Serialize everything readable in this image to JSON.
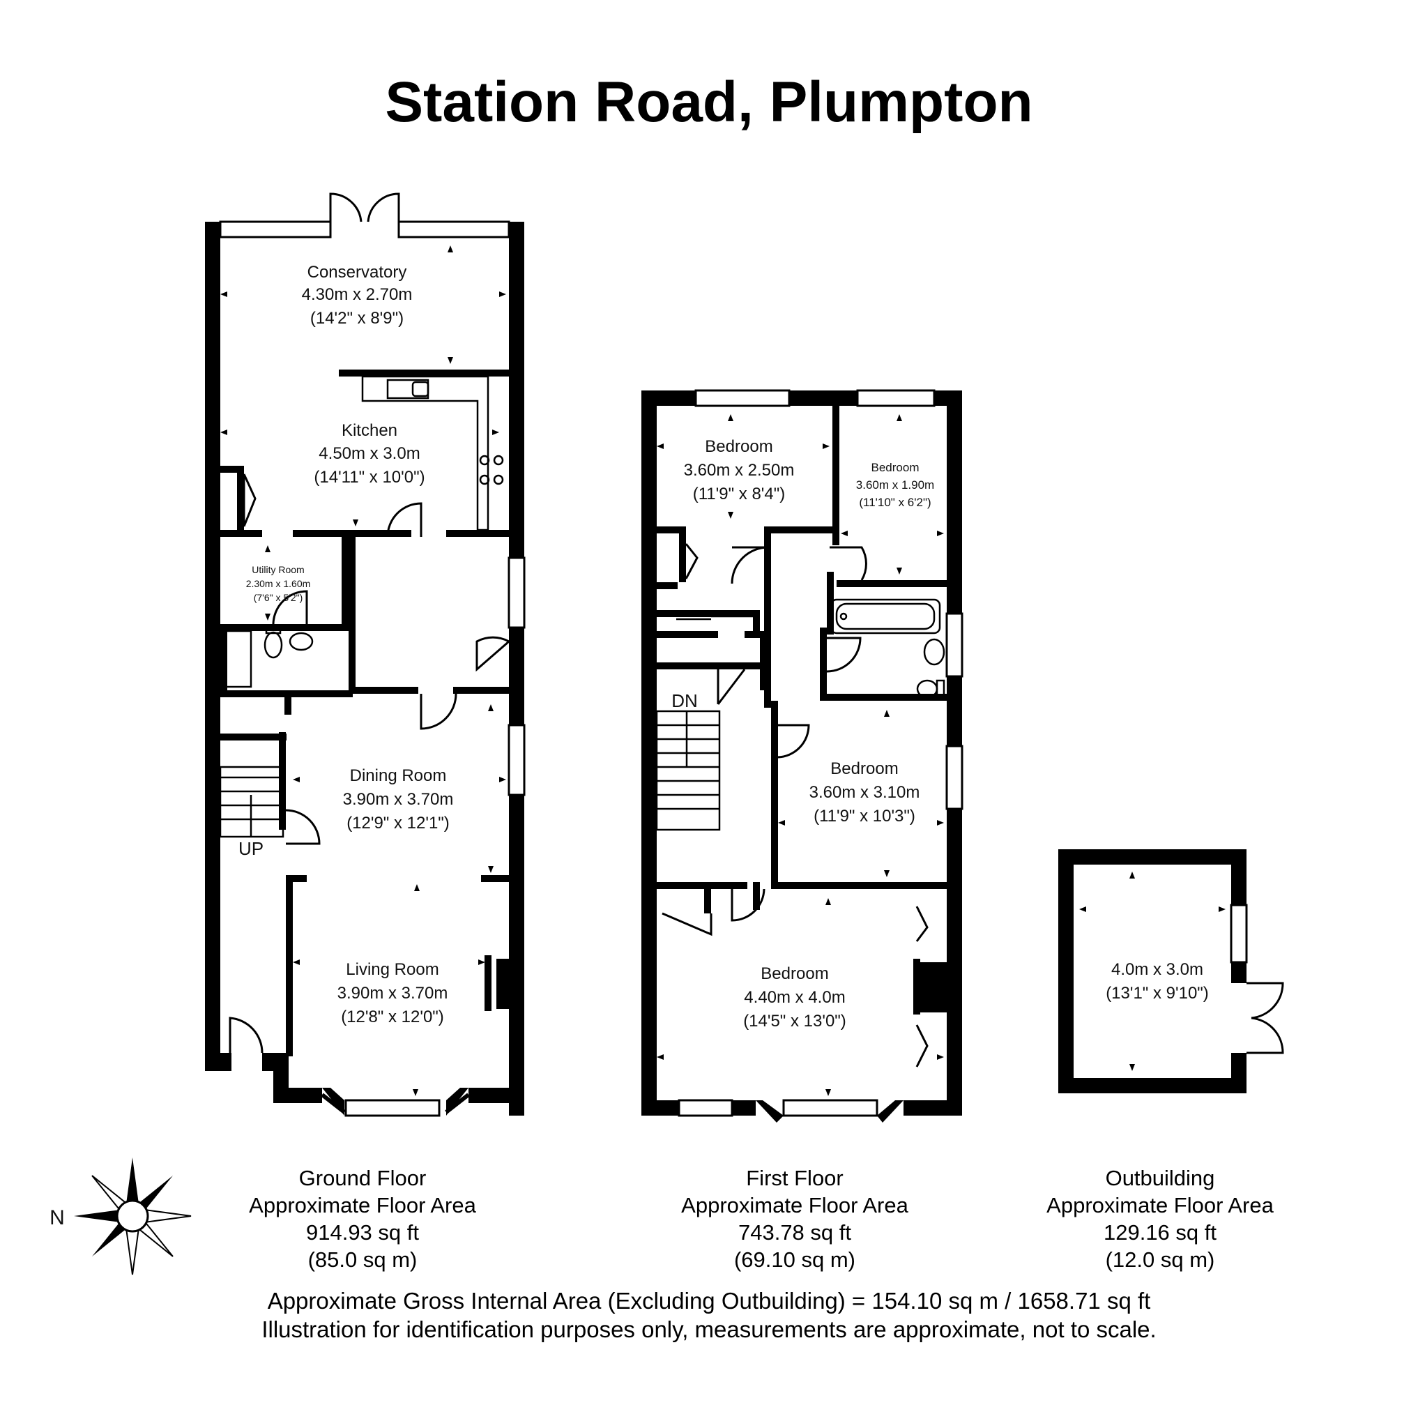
{
  "title": "Station Road, Plumpton",
  "ground_floor": {
    "rooms": [
      {
        "name": "Conservatory",
        "metric": "4.30m x 2.70m",
        "imperial": "(14'2\" x 8'9\")"
      },
      {
        "name": "Kitchen",
        "metric": "4.50m x 3.0m",
        "imperial": "(14'11\" x 10'0\")"
      },
      {
        "name": "Utility Room",
        "metric": "2.30m x 1.60m",
        "imperial": "(7'6\" x 5'2\")"
      },
      {
        "name": "Dining Room",
        "metric": "3.90m x 3.70m",
        "imperial": "(12'9\" x 12'1\")"
      },
      {
        "name": "Living Room",
        "metric": "3.90m x 3.70m",
        "imperial": "(12'8\" x 12'0\")"
      }
    ],
    "stair_label": "UP",
    "caption": {
      "name": "Ground Floor",
      "label": "Approximate Floor Area",
      "sqft": "914.93 sq ft",
      "sqm": "(85.0 sq m)"
    }
  },
  "first_floor": {
    "rooms": [
      {
        "name": "Bedroom",
        "metric": "3.60m x 2.50m",
        "imperial": "(11'9\" x 8'4\")"
      },
      {
        "name": "Bedroom",
        "metric": "3.60m x 1.90m",
        "imperial": "(11'10\" x 6'2\")"
      },
      {
        "name": "Bedroom",
        "metric": "3.60m x 3.10m",
        "imperial": "(11'9\" x 10'3\")"
      },
      {
        "name": "Bedroom",
        "metric": "4.40m x 4.0m",
        "imperial": "(14'5\" x 13'0\")"
      }
    ],
    "stair_label": "DN",
    "caption": {
      "name": "First Floor",
      "label": "Approximate Floor Area",
      "sqft": "743.78 sq ft",
      "sqm": "(69.10 sq m)"
    }
  },
  "outbuilding": {
    "rooms": [
      {
        "metric": "4.0m x 3.0m",
        "imperial": "(13'1\" x 9'10\")"
      }
    ],
    "caption": {
      "name": "Outbuilding",
      "label": "Approximate Floor Area",
      "sqft": "129.16 sq ft",
      "sqm": "(12.0 sq m)"
    }
  },
  "compass": {
    "label": "N"
  },
  "footer": {
    "line1": "Approximate Gross Internal Area (Excluding Outbuilding) = 154.10 sq m / 1658.71 sq ft",
    "line2": "Illustration for identification purposes only, measurements are approximate, not to scale."
  }
}
